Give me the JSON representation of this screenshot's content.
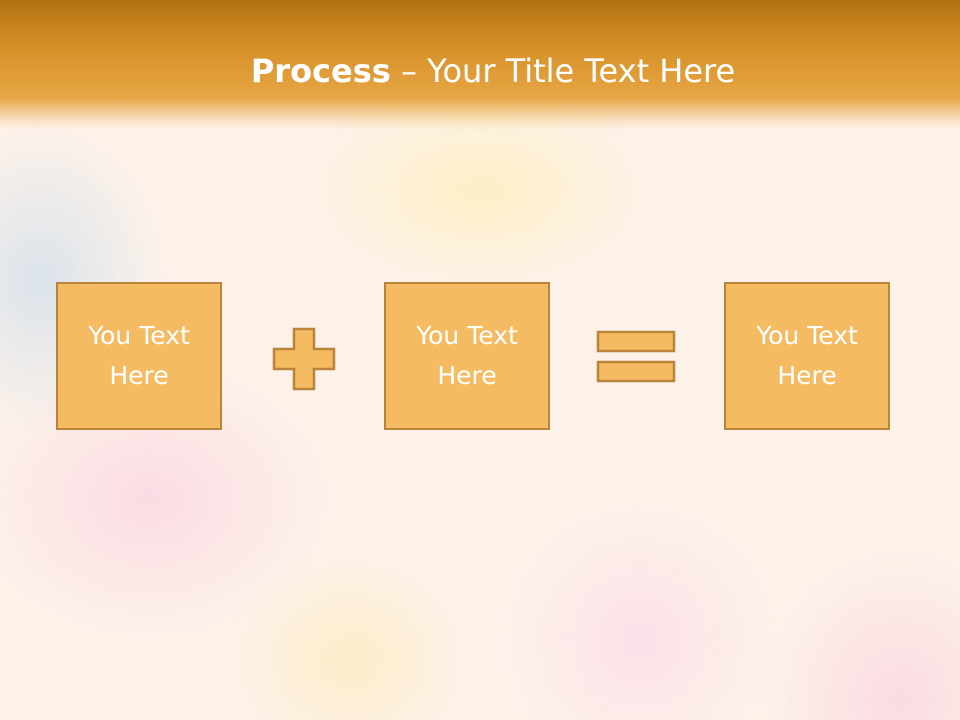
{
  "slide": {
    "title_bold": "Process",
    "title_rest": " – Your Title Text Here",
    "boxes": [
      {
        "text": "You Text\nHere"
      },
      {
        "text": "You Text\nHere"
      },
      {
        "text": "You Text\nHere"
      }
    ],
    "operators": [
      "plus-icon",
      "equals-icon"
    ],
    "colors": {
      "header": "#d58f27",
      "box_fill": "#f4bb63",
      "box_border": "#ba843a",
      "text": "#ffffff"
    }
  }
}
